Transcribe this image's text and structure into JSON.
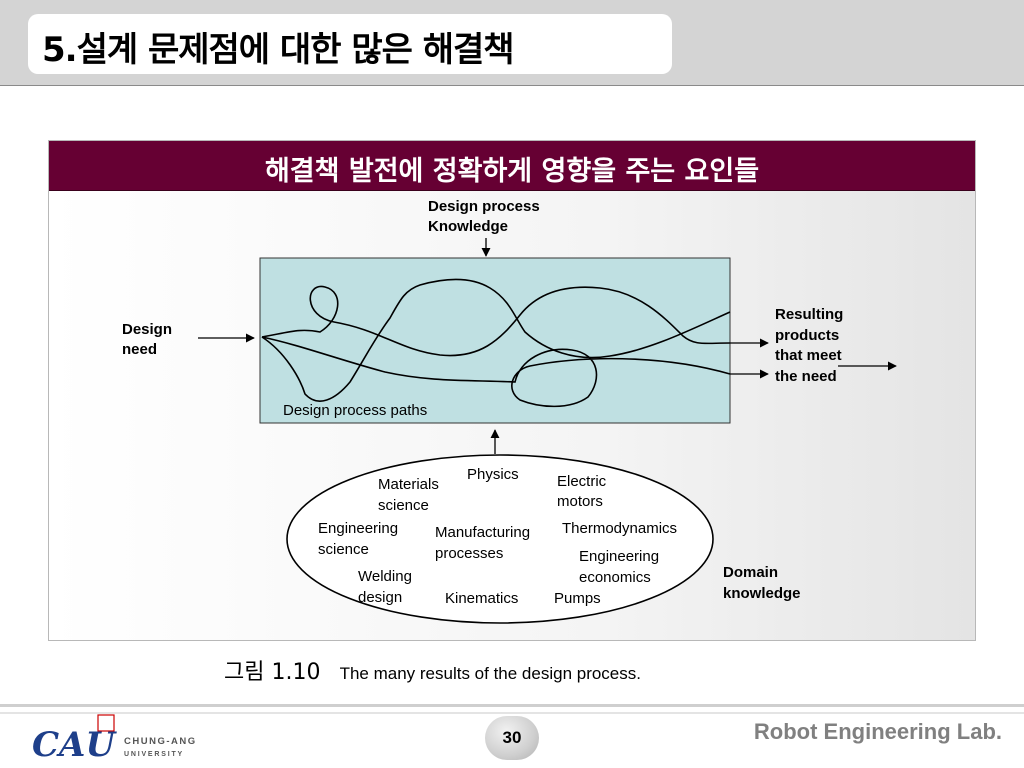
{
  "slide": {
    "title": "5.설계 문제점에 대한 많은 해결책",
    "panel_header": "해결책 발전에 정확하게 영향을 주는 요인들",
    "page_number": "30",
    "lab_name": "Robot Engineering Lab.",
    "logo": {
      "wordmark": "CAU",
      "line1": "CHUNG-ANG",
      "line2": "UNIVERSITY"
    }
  },
  "diagram": {
    "design_process_knowledge": [
      "Design process",
      "Knowledge"
    ],
    "design_need": [
      "Design",
      "need"
    ],
    "resulting_products": [
      "Resulting",
      "products",
      "that meet",
      "the need"
    ],
    "paths_label": "Design process paths",
    "domain_knowledge": [
      "Domain",
      "knowledge"
    ],
    "domain_items": {
      "materials_science": [
        "Materials",
        "science"
      ],
      "physics": "Physics",
      "electric_motors": [
        "Electric",
        "motors"
      ],
      "engineering_science": [
        "Engineering",
        "science"
      ],
      "manufacturing_processes": [
        "Manufacturing",
        "processes"
      ],
      "thermodynamics": "Thermodynamics",
      "engineering_economics": [
        "Engineering",
        "economics"
      ],
      "welding_design": [
        "Welding",
        "design"
      ],
      "kinematics": "Kinematics",
      "pumps": "Pumps"
    }
  },
  "caption": {
    "number": "그림 1.10",
    "text": "The many results of the design process."
  },
  "colors": {
    "header_bg": "#660033",
    "process_box": "#bfe0e2",
    "title_band": "#d4d4d4",
    "logo_blue": "#1e3f8a"
  }
}
